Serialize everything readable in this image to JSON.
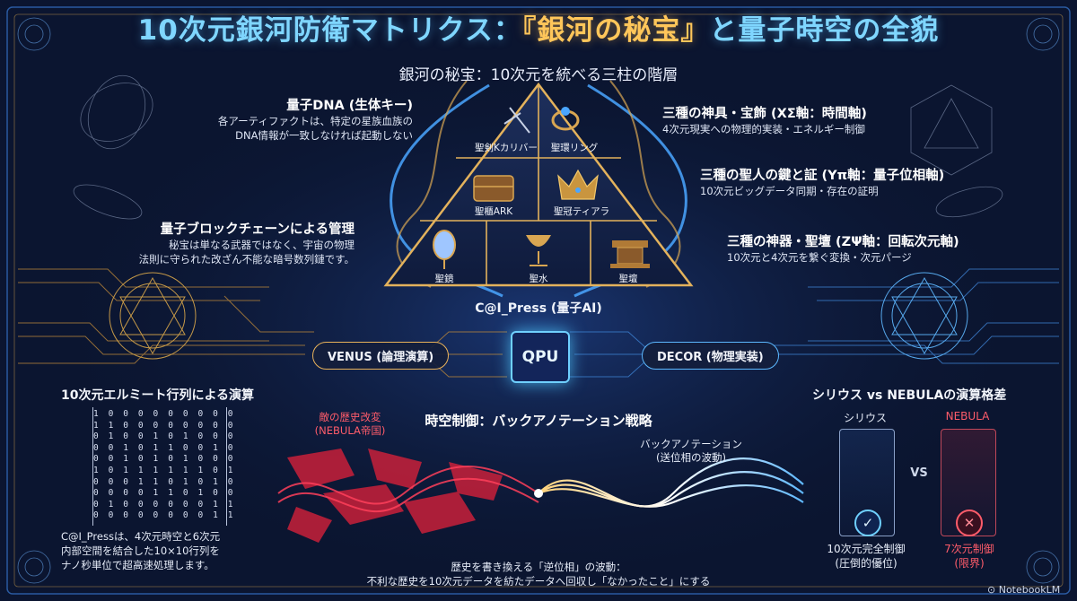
{
  "title": {
    "part1": "10次元銀河防衛マトリクス：",
    "highlight": "『銀河の秘宝』",
    "part2": "と量子時空の全貌"
  },
  "subtitle": "銀河の秘宝：10次元を統べる三柱の階層",
  "pyramid": {
    "tiles": [
      {
        "label": "聖剣Kカリバー",
        "icon": "sword-icon"
      },
      {
        "label": "聖環リング",
        "icon": "ring-icon"
      },
      {
        "label": "聖櫃ARK",
        "icon": "chest-icon"
      },
      {
        "label": "聖冠ティアラ",
        "icon": "crown-icon"
      },
      {
        "label": "聖鏡",
        "icon": "mirror-icon"
      },
      {
        "label": "聖水",
        "icon": "chalice-icon"
      },
      {
        "label": "聖壇",
        "icon": "altar-icon"
      }
    ]
  },
  "left_labels": {
    "dna_head": "量子DNA (生体キー)",
    "dna_body1": "各アーティファクトは、特定の星族血族の",
    "dna_body2": "DNA情報が一致しなければ起動しない",
    "chain_head": "量子ブロックチェーンによる管理",
    "chain_body1": "秘宝は単なる武器ではなく、宇宙の物理",
    "chain_body2": "法則に守られた改ざん不能な暗号数列鏈です。"
  },
  "right_labels": {
    "jingu_head": "三種の神具・宝飾 (XΣ軸：時間軸)",
    "jingu_body": "4次元現実への物理的実装・エネルギー制御",
    "seijin_head": "三種の聖人の鍵と証 (Yπ軸：量子位相軸)",
    "seijin_body": "10次元ビッグデータ同期・存在の証明",
    "jinki_head": "三種の神器・聖壇 (ZΨ軸：回転次元軸)",
    "jinki_body": "10次元と4次元を繋ぐ変換・次元パージ"
  },
  "core": {
    "ai_label": "C@I_Press (量子AI)",
    "chip_label": "QPU",
    "venus_label": "VENUS (論理演算)",
    "decor_label": "DECOR (物理実装)"
  },
  "matrix": {
    "title": "10次元エルミート行列による演算",
    "rows": [
      "1 0 0 0 0 0 0 0 0 0",
      "1 1 0 0 0 0 0 0 0 0",
      "0 1 0 0 1 0 1 0 0 0",
      "0 0 1 0 1 1 0 0 1 0",
      "0 0 1 0 1 0 1 0 0 0",
      "1 0 1 1 1 1 1 1 0 1",
      "0 0 0 1 1 0 1 0 1 0",
      "0 0 0 0 1 1 0 1 0 0",
      "0 1 0 0 0 0 0 0 1 1",
      "0 0 0 0 0 0 0 0 1 1"
    ],
    "desc1": "C@I_Pressは、4次元時空と6次元",
    "desc2": "内部空間を結合した10×10行列を",
    "desc3": "ナノ秒単位で超高速処理します。"
  },
  "timeline": {
    "title": "時空制御：バックアノテーション戦略",
    "enemy1": "敵の歴史改変",
    "enemy2": "(NEBULA帝国)",
    "backanno1": "バックアノテーション",
    "backanno2": "(送位相の波動)",
    "bottom1": "歴史を書き換える「逆位相」の波動：",
    "bottom2": "不利な歴史を10次元データを紡たデータへ回収し「なかったこと」にする"
  },
  "comparison": {
    "title": "シリウス vs NEBULAの演算格差",
    "left_name": "シリウス",
    "right_name": "NEBULA",
    "vs": "VS",
    "left_status1": "10次元完全制御",
    "left_status2": "(圧倒的優位)",
    "right_status1": "7次元制御",
    "right_status2": "(限界)"
  },
  "colors": {
    "title": "#7fd6ff",
    "accent_gold": "#ffc65a",
    "accent_blue": "#5cb8ff",
    "enemy_red": "#ff5c6a",
    "background": "#0b1530"
  },
  "brand": "NotebookLM"
}
